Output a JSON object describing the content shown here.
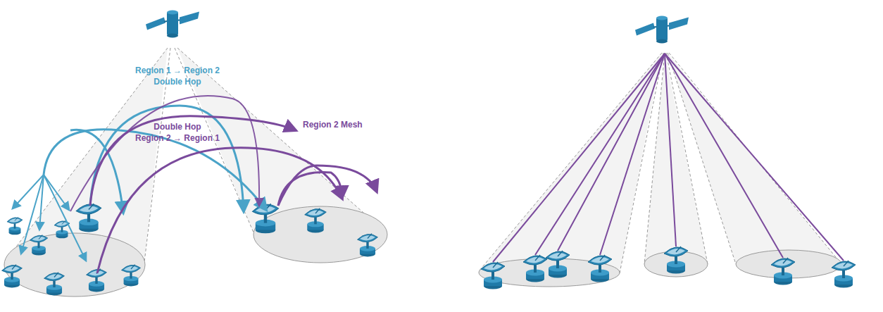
{
  "diagram": {
    "labels": [
      "Region 1 → Region 2",
      "Double Hop",
      "Double Hop",
      "Region 2 → Region 1",
      "Region 2 Mesh"
    ]
  }
}
